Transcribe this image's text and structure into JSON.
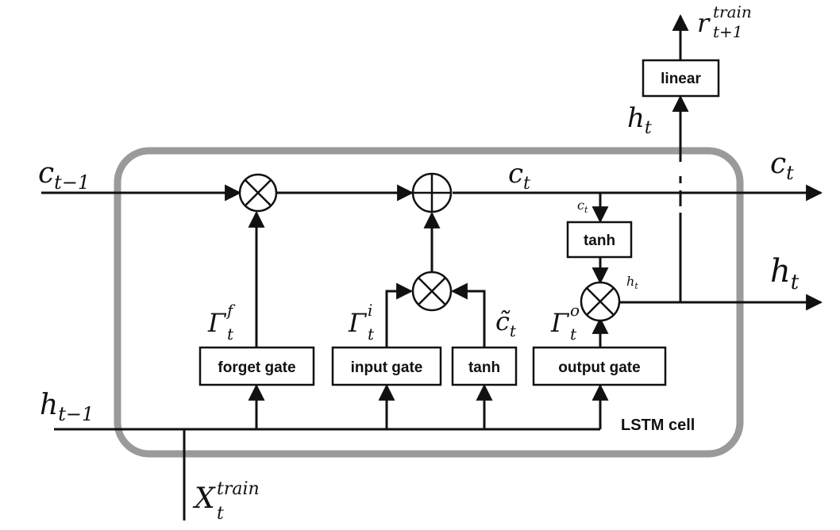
{
  "cell": {
    "label": "LSTM cell",
    "frame_color": "#9a9a9a"
  },
  "boxes": {
    "forget_gate": "forget gate",
    "input_gate": "input gate",
    "tanh_candidate": "tanh",
    "output_gate": "output gate",
    "tanh_cell": "tanh",
    "linear": "linear"
  },
  "operators": {
    "forget_multiply": "multiply-icon",
    "cell_add": "add-icon",
    "input_multiply": "multiply-icon",
    "output_multiply": "multiply-icon"
  },
  "labels": {
    "c_prev": {
      "base": "c",
      "sub": "t−1"
    },
    "h_prev": {
      "base": "h",
      "sub": "t−1"
    },
    "x_train": {
      "base": "X",
      "sup": "train",
      "sub": "t"
    },
    "c_mid": {
      "base": "c",
      "sub": "t"
    },
    "c_out": {
      "base": "c",
      "sub": "t"
    },
    "h_out": {
      "base": "h",
      "sub": "t"
    },
    "h_top": {
      "base": "h",
      "sub": "t"
    },
    "c_small": {
      "base": "c",
      "sub": "t"
    },
    "h_small": {
      "base": "h",
      "sub": "t"
    },
    "r_train": {
      "base": "r",
      "sup": "train",
      "sub": "t+1"
    },
    "gamma_f": {
      "base": "Γ",
      "sup": "f",
      "sub": "t"
    },
    "gamma_i": {
      "base": "Γ",
      "sup": "i",
      "sub": "t"
    },
    "gamma_o": {
      "base": "Γ",
      "sup": "o",
      "sub": "t"
    },
    "c_tilde": {
      "base": "c̃",
      "sub": "t"
    }
  }
}
